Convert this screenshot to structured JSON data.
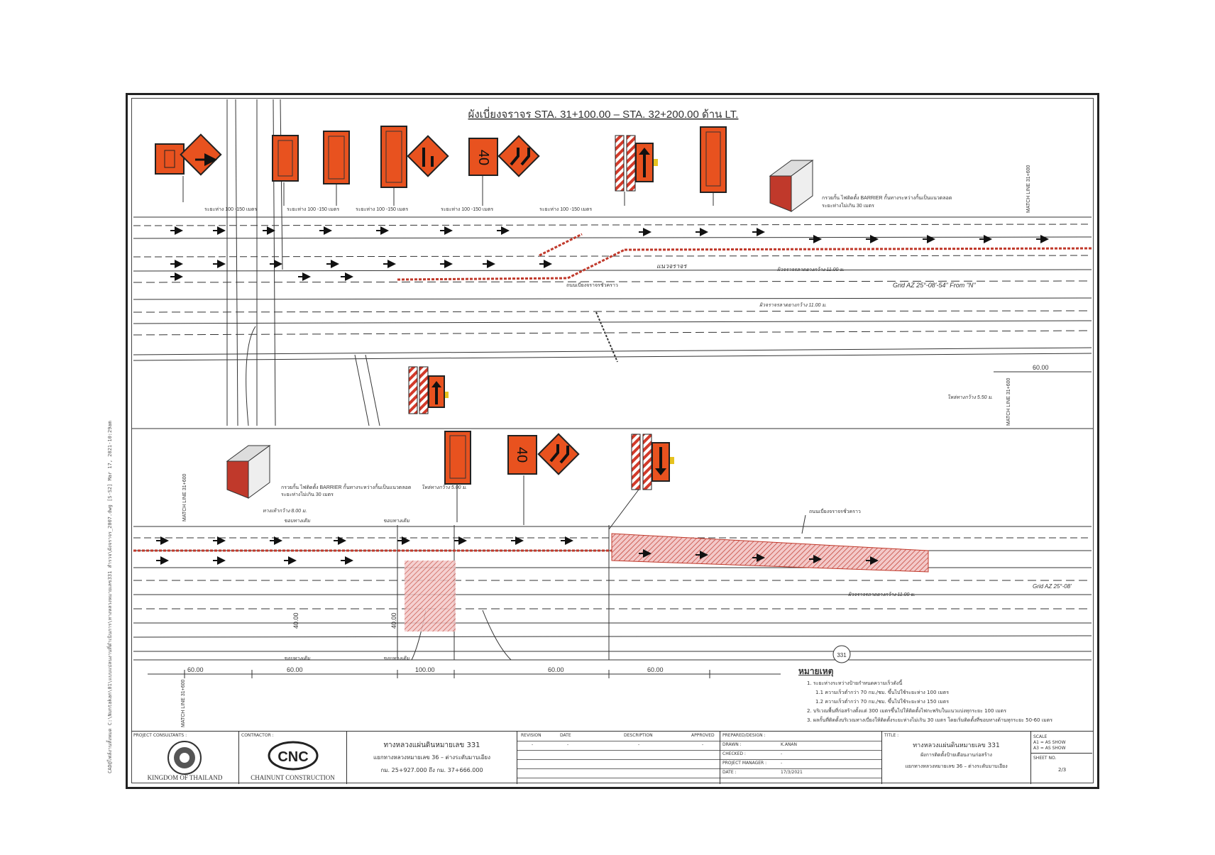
{
  "title": "ผังเบี่ยงจราจร STA. 31+100.00 – STA. 32+200.00 ด้าน LT.",
  "spacing_label": "ระยะห่าง 100 -150 เมตร",
  "spacing_label_2": "ระยะห่าง 100 -150 เมตร",
  "spacing_label_3": "ระยะห่าง 100 -150 เมตร",
  "spacing_label_4": "ระยะห่าง 100 -150 เมตร",
  "spacing_label_5": "ระยะห่าง 100 -150 เมตร",
  "barrier_note_top_1": "กรวยกั้น ไฟติดตั้ง BARRIER กั้นทางระหว่างกั้นเป็นแนวตลอด",
  "barrier_note_top_2": "ระยะห่างไม่เกิน 30 เมตร",
  "barrier_note_bottom_1": "กรวยกั้น ไฟติดตั้ง BARRIER กั้นทางระหว่างกั้นเป็นแนวตลอด",
  "barrier_note_bottom_2": "ระยะห่างไม่เกิน 30 เมตร",
  "lane_label": "แนวจราจร",
  "grid_label": "Grid AZ  25°-08'-54\" From \"N\"",
  "grid_label_bottom": "Grid AZ  25°-08'",
  "road_width_label": "ผิวจราจรลาดยางกว้าง 11.00 ม.",
  "road_width_label_2": "ผิวจราจรลาดยางกว้าง 11.00 ม.",
  "road_width_label_3": "ผิวจราจรลาดยางกว้าง 11.00 ม.",
  "shoulder_label": "ไหล่ทางกว้าง 5.50 ม.",
  "shoulder_label_2": "ไหล่ทางกว้าง 5.00 ม.",
  "shoulder_label_3": "ทางเท้ากว้าง 8.00 ม.",
  "detour_label": "ถนนเบี่ยงจราจรชั่วคราว",
  "detour_label_2": "ถนนเบี่ยงจราจรชั่วคราว",
  "match_line": "MATCH LINE 31+600",
  "dim_60": "60.00",
  "dim_60b": "60.00",
  "dim_60c": "60.00",
  "dim_60d": "60.00",
  "dim_60e": "60.00",
  "dim_100": "100.00",
  "dim_v40": "40.00",
  "dim_v40b": "40.00",
  "existing_label": "ขอบทางเดิม",
  "existing_label_2": "ขอบทางเดิม",
  "existing_label_3": "ขอบทางเดิม",
  "existing_label_4": "ขอบทางเดิม",
  "route_no": "331",
  "speed_sign": "40",
  "speed_sign_2": "40",
  "notes": {
    "heading": "หมายเหตุ",
    "items": [
      "1. ระยะห่างระหว่างป้ายกำหนดความเร็วดังนี้",
      "1.1 ความเร็วต่ำกว่า 70 กม./ชม. ขึ้นไปใช้ระยะห่าง 100 เมตร",
      "1.2 ความเร็วต่ำกว่า 70 กม./ชม. ขึ้นไปใช้ระยะห่าง 150 เมตร",
      "2. บริเวณพื้นที่ก่อสร้างตั้งแต่ 300 เมตรขึ้นไปให้ติดตั้งไฟกะพริบในแนวแบ่งทุกระยะ 100 เมตร",
      "3. ผลกั้นที่ติดตั้งบริเวณทางเบี่ยงให้ติดตั้งระยะห่างไม่เกิน 30 เมตร โดยเริ่มติดตั้งที่ขอบทางด้านทุกระยะ 50-60 เมตร"
    ]
  },
  "title_block": {
    "consultants_label": "PROJECT CONSULTANTS :",
    "consultant_name": "KINGDOM OF THAILAND",
    "contractor_label": "CONTRACTOR :",
    "contractor_logo": "CNC",
    "contractor_name": "CHAINUNT CONSTRUCTION",
    "project_line_1": "ทางหลวงแผ่นดินหมายเลข 331",
    "project_line_2": "แยกทางหลวงหมายเลข 36 – ต่างระดับมาบเอียง",
    "project_line_3": "กม. 25+927.000 ถึง กม. 37+666.000",
    "rev_headers": [
      "REVISION",
      "DATE",
      "DESCRIPTION",
      "APPROVED"
    ],
    "rev_values": [
      "-",
      "-",
      "-",
      "-"
    ],
    "prepared_label": "PREPARED/DESIGN :",
    "drawn_label": "DRAWN :",
    "drawn_value": "K.ANAN",
    "checked_label": "CHECKED :",
    "checked_value": "-",
    "pm_label": "PROJECT MANAGER :",
    "pm_value": "-",
    "date_label": "DATE :",
    "date_value": "17/3/2021",
    "title_label": "TITLE :",
    "title_line_1": "ทางหลวงแผ่นดินหมายเลข 331",
    "title_line_2": "ผังการติดตั้งป้ายเตือนงานก่อสร้าง",
    "title_line_3": "แยกทางหลวงหมายเลข 36 – ต่างระดับมาบเอียง",
    "scale_label": "SCALE",
    "scale_a1": "A1 = AS SHOW",
    "scale_a3": "A3 = AS SHOW",
    "sheet_label": "SHEET NO.",
    "sheet_value": "2/3"
  },
  "side_note": "CAD@ไฟล์งานทั้งหมด C:\\Nuntakan\\01\\แบบแปลนงานที่ดำเนินการ\\ทางหลวงหมายเลข331 สำรวจ\\ผังจราจร_2007.dwg [S-S2] Mar 17, 2021-10:29am",
  "colors": {
    "sign_orange": "#e8521f",
    "sign_red": "#c42a1c",
    "detour_hatch": "#c0392b",
    "line": "#333333"
  }
}
